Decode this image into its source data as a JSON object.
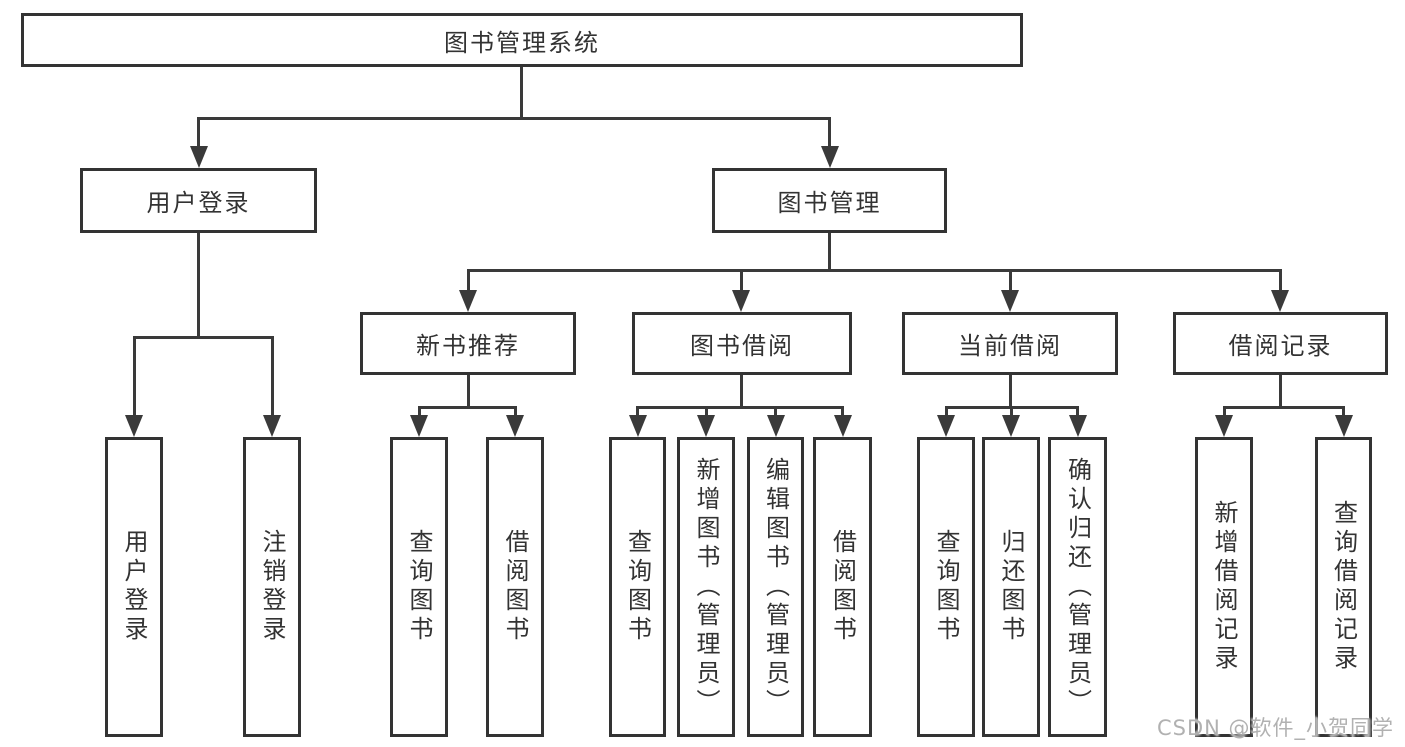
{
  "tree": {
    "label": "图书管理系统",
    "children": [
      {
        "label": "用户登录",
        "children": [
          {
            "label": "用户登录"
          },
          {
            "label": "注销登录"
          }
        ]
      },
      {
        "label": "图书管理",
        "children": [
          {
            "label": "新书推荐",
            "children": [
              {
                "label": "查询图书"
              },
              {
                "label": "借阅图书"
              }
            ]
          },
          {
            "label": "图书借阅",
            "children": [
              {
                "label": "查询图书"
              },
              {
                "label": "新增图书（管理员）"
              },
              {
                "label": "编辑图书（管理员）"
              },
              {
                "label": "借阅图书"
              }
            ]
          },
          {
            "label": "当前借阅",
            "children": [
              {
                "label": "查询图书"
              },
              {
                "label": "归还图书"
              },
              {
                "label": "确认归还（管理员）"
              }
            ]
          },
          {
            "label": "借阅记录",
            "children": [
              {
                "label": "新增借阅记录"
              },
              {
                "label": "查询借阅记录"
              }
            ]
          }
        ]
      }
    ]
  },
  "watermark": {
    "text": "CSDN @软件_小贺同学"
  },
  "colors": {
    "line": "#3a3a3a",
    "box_border": "#333333",
    "text": "#333333",
    "background": "#ffffff",
    "watermark": "#b1b1b1"
  }
}
